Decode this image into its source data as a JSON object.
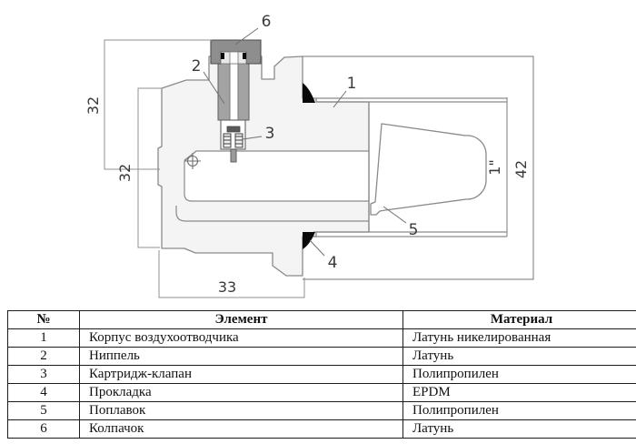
{
  "drawing": {
    "callouts": {
      "c1": "1",
      "c2": "2",
      "c3": "3",
      "c4": "4",
      "c5": "5",
      "c6": "6"
    },
    "dimensions": {
      "height_upper": "32",
      "height_lower": "32",
      "width_bottom": "33",
      "height_right": "42",
      "thread_size": "1\""
    },
    "colors": {
      "body_line": "#8a8a8a",
      "body_fill": "#f4f4f4",
      "metal_fill": "#a3a3a3",
      "cap_fill": "#8e8e8e",
      "gasket_fill": "#0a0a0a"
    }
  },
  "table": {
    "headers": {
      "num": "№",
      "element": "Элемент",
      "material": "Материал"
    },
    "rows": [
      {
        "num": "1",
        "element": "Корпус воздухоотводчика",
        "material": "Латунь никелированная"
      },
      {
        "num": "2",
        "element": "Ниппель",
        "material": "Латунь"
      },
      {
        "num": "3",
        "element": "Картридж-клапан",
        "material": "Полипропилен"
      },
      {
        "num": "4",
        "element": "Прокладка",
        "material": "EPDM"
      },
      {
        "num": "5",
        "element": "Поплавок",
        "material": "Полипропилен"
      },
      {
        "num": "6",
        "element": "Колпачок",
        "material": "Латунь"
      }
    ]
  }
}
